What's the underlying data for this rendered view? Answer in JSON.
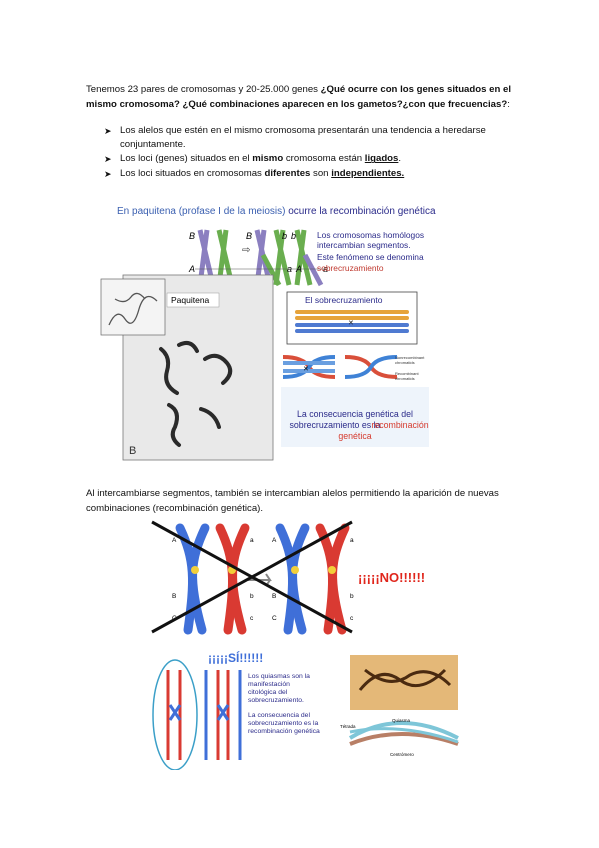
{
  "intro": {
    "t1": "Tenemos 23 pares de cromosomas y 20-25.000 genes ",
    "t2": "¿Qué ocurre con los genes situados en el mismo cromosoma? ¿Qué combinaciones aparecen en los gametos?¿con que frecuencias?",
    "t3": ":"
  },
  "bullets": {
    "b1": "Los alelos que estén en el mismo cromosoma presentarán una tendencia a heredarse conjuntamente.",
    "b2_a": "Los loci (genes) situados en el ",
    "b2_b": "mismo",
    "b2_c": " cromosoma están ",
    "b2_d": "ligados",
    "b2_e": ".",
    "b3_a": "Los loci situados en cromosomas ",
    "b3_b": "diferentes",
    "b3_c": " son ",
    "b3_d": "independientes."
  },
  "figure1": {
    "title_a": "En paquitena ",
    "title_b": "(profase I de la meiosis)",
    "title_c": " ocurre la recombinación genética",
    "label_B1": "B",
    "label_b1": "b",
    "label_B2": "B",
    "label_b2": "b",
    "label_A1": "A",
    "label_a1": "a",
    "label_A2": "A",
    "label_a2": "a",
    "desc1": "Los cromosomas homólogos",
    "desc2": "intercambian segmentos.",
    "desc3": "Este fenómeno se denomina",
    "desc4": "sobrecruzamiento",
    "paquitena": "Paquitena",
    "panel_B": "B",
    "sobre_title": "El sobrecruzamiento",
    "legend1a": "Nonrecombinant",
    "legend1b": "chromatids",
    "legend2a": "Recombinant",
    "legend2b": "chromatids",
    "cons1": "La consecuencia genética del",
    "cons2": "sobrecruzamiento es la",
    "cons3": "recombinación",
    "cons4": "genética"
  },
  "para2": "Al intercambiarse segmentos, también se intercambian alelos permitiendo la aparición de nuevas combinaciones (recombinación genética).",
  "figure2": {
    "no_text": "¡¡¡¡¡NO!!!!!!",
    "si_text": "¡¡¡¡¡SÍ!!!!!!",
    "A1": "A",
    "a1": "a",
    "B1": "B",
    "b1": "b",
    "C1": "C",
    "c1": "c",
    "A2": "A",
    "a2": "a",
    "B2": "B",
    "b2": "b",
    "C2": "C",
    "c2": "c",
    "q1": "Los quiasmas son la",
    "q2": "manifestación",
    "q3": "citológica del",
    "q4": "sobrecruzamiento.",
    "q5": "La consecuencia del",
    "q6": "sobrecruzamiento es la",
    "q7": "recombinación genética",
    "photo_l1": "Tétrada",
    "photo_l2": "Quiasma",
    "photo_l3": "Centrómero"
  },
  "colors": {
    "blue": "#3f6fd8",
    "red": "#d93a32",
    "green": "#5fa847",
    "purple": "#7d6fb4",
    "orange": "#e6a33a"
  }
}
